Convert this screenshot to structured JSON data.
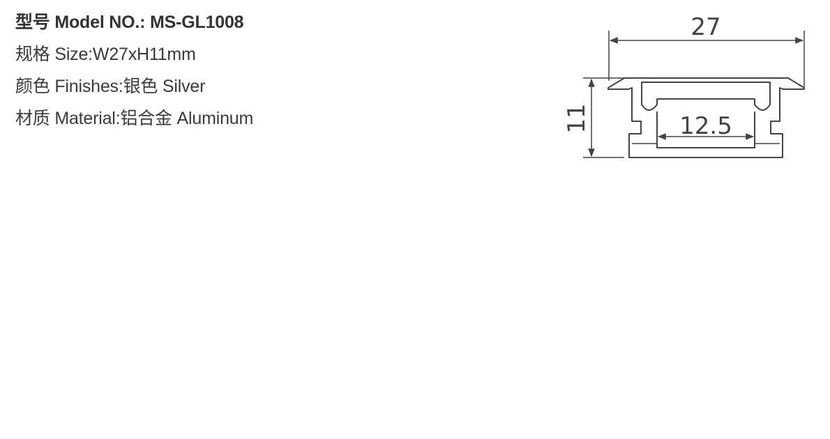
{
  "specs": {
    "model": "型号 Model NO.: MS-GL1008",
    "size": "规格 Size:W27xH11mm",
    "finish": "颜色 Finishes:银色 Silver",
    "material": "材质 Material:铝合金 Aluminum"
  },
  "dimensions": {
    "width": "27",
    "height": "11",
    "inner_width": "12.5"
  }
}
